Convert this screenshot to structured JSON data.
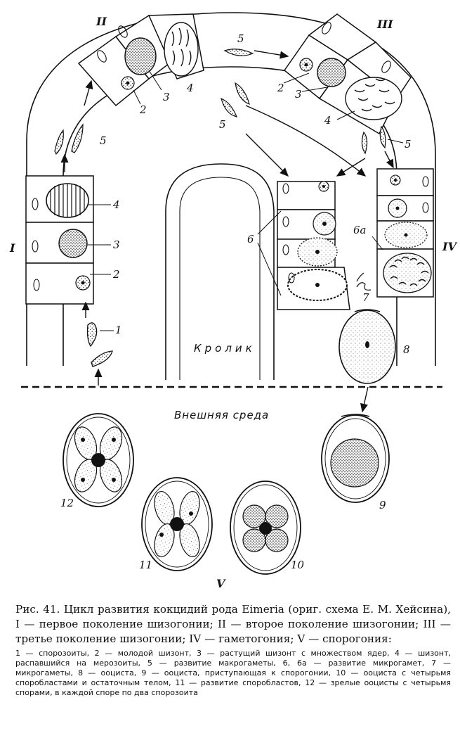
{
  "figure": {
    "stage_labels": {
      "I": "I",
      "II": "II",
      "III": "III",
      "IV": "IV",
      "V": "V"
    },
    "numbers": [
      "1",
      "2",
      "3",
      "4",
      "5",
      "6",
      "6а",
      "7",
      "8",
      "9",
      "10",
      "11",
      "12"
    ],
    "host_label": "Кролик",
    "environment_label": "Внешняя среда"
  },
  "caption": {
    "main": "Рис. 41. Цикл развития кокцидий рода Eimeria (ориг. схема Е. М. Хейсина), I — первое поколение шизогонии; II — второе поколение шизогонии; III — третье поколение шизогонии; IV — гаметогония; V — спорогония:",
    "legend": "1 — спорозоиты, 2 — молодой шизонт, 3 — растущий шизонт с множеством ядер, 4 — шизонт, распавшийся на мерозоиты, 5 — развитие макрогаметы, 6, 6а — развитие микрогамет, 7 — микрогаметы, 8 — ооциста, 9 — ооциста, приступающая к спорогонии, 10 — ооциста с четырьмя споробластами и остаточным телом, 11 — развитие споробластов, 12 — зрелые ооцисты с четырьмя спорами, в каждой споре по два спорозоита"
  }
}
